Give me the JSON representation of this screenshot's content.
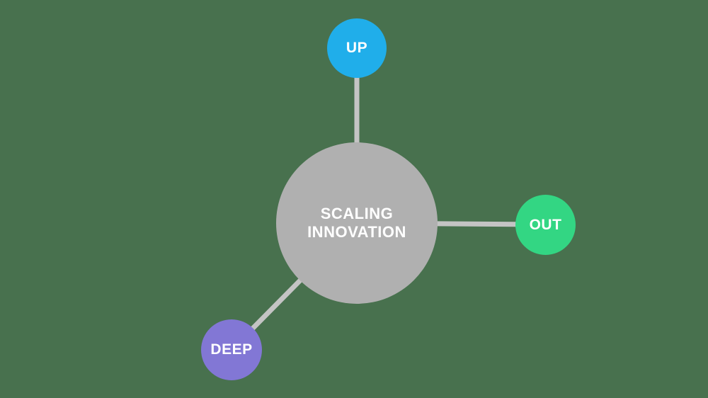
{
  "diagram": {
    "title": "Scaling Innovation hub-and-spoke diagram",
    "background_color": "#48714e",
    "connector_color": "#c4c4c4",
    "hub": {
      "label_line1": "SCALING",
      "label_line2": "INNOVATION",
      "color": "#b0b0b0",
      "text_color": "#ffffff"
    },
    "satellites": [
      {
        "id": "up",
        "label": "UP",
        "color": "#20aeea",
        "position": "top"
      },
      {
        "id": "out",
        "label": "OUT",
        "color": "#33d683",
        "position": "right"
      },
      {
        "id": "deep",
        "label": "DEEP",
        "color": "#8277d5",
        "position": "bottom-left"
      }
    ]
  }
}
